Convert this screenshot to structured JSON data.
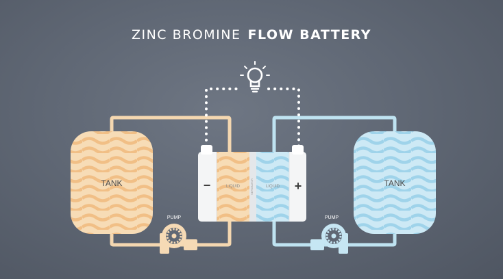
{
  "title": {
    "light": "ZINC BROMINE",
    "bold": "FLOW BATTERY"
  },
  "left_tank": {
    "label": "TANK"
  },
  "right_tank": {
    "label": "TANK"
  },
  "left_pump": {
    "label": "PUMP"
  },
  "right_pump": {
    "label": "PUMP"
  },
  "cell": {
    "negative_sign": "−",
    "positive_sign": "+",
    "left_label": "LIQUID",
    "right_label": "LIQUID",
    "membrane_label": "SEPARATOR"
  },
  "colors": {
    "background": "#5f6774",
    "electrolyte_left": "#f5d7ad",
    "electrolyte_right": "#bfe3f1",
    "wire": "#ffffff",
    "cell_body": "#f4f5f6"
  },
  "icons": {
    "bulb": "light-bulb-icon",
    "pump": "pump-icon"
  }
}
